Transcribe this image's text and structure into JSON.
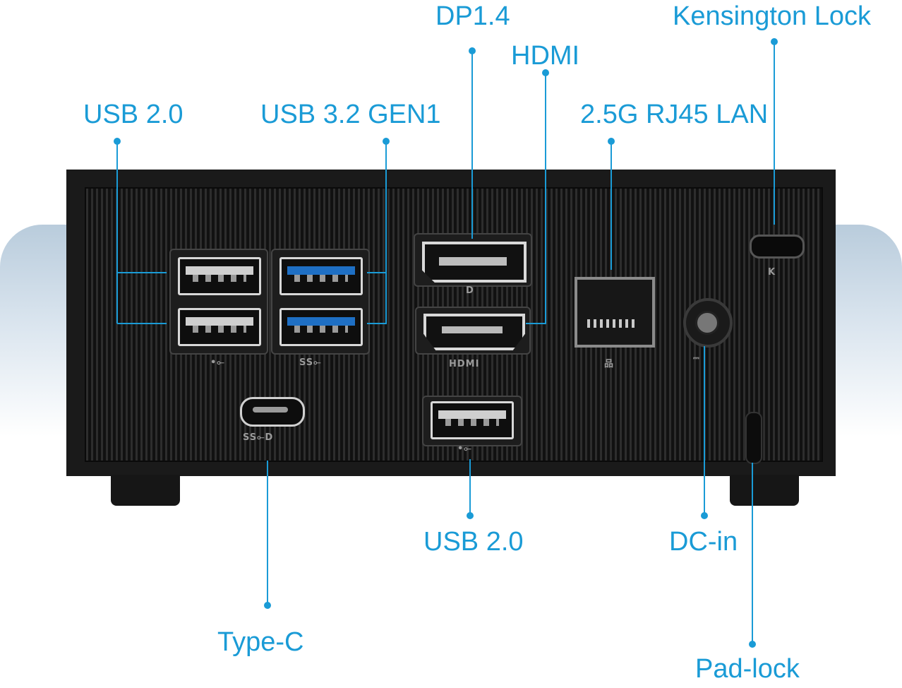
{
  "labels": {
    "dp": "DP1.4",
    "kensington": "Kensington Lock",
    "hdmi": "HDMI",
    "usb20_top": "USB 2.0",
    "usb32": "USB 3.2 GEN1",
    "lan": "2.5G RJ45 LAN",
    "usb20_bottom": "USB 2.0",
    "dcin": "DC-in",
    "typec": "Type-C",
    "padlock": "Pad-lock"
  },
  "colors": {
    "label": "#1a9bd6",
    "leader": "#1a9bd6",
    "device": "#1a1a1a",
    "usb3_accent": "#1e6fc4"
  }
}
